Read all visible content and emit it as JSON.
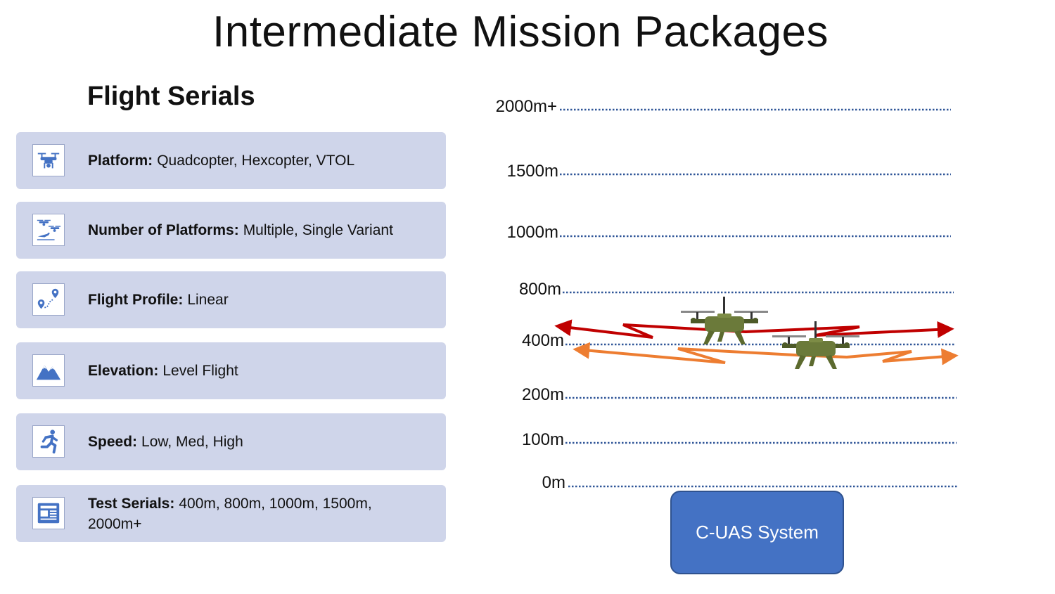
{
  "title": "Intermediate Mission Packages",
  "section_heading": "Flight Serials",
  "cards": [
    {
      "label": "Platform:",
      "value": "Quadcopter, Hexcopter, VTOL",
      "icon": "drone-icon"
    },
    {
      "label": "Number of Platforms:",
      "value": "Multiple, Single Variant",
      "icon": "multiple-aircraft-icon"
    },
    {
      "label": "Flight Profile:",
      "value": "Linear",
      "icon": "route-pin-icon"
    },
    {
      "label": "Elevation:",
      "value": "Level Flight",
      "icon": "mountain-icon"
    },
    {
      "label": "Speed:",
      "value": "Low, Med, High",
      "icon": "running-person-icon"
    },
    {
      "label": "Test Serials:",
      "value": "400m, 800m, 1000m, 1500m, 2000m+",
      "icon": "newspaper-icon"
    }
  ],
  "altitudes": [
    "2000m+",
    "1500m",
    "1000m",
    "800m",
    "400m",
    "200m",
    "100m",
    "0m"
  ],
  "system_label": "C-UAS System",
  "colors": {
    "card_bg": "#cfd5ea",
    "icon_blue": "#4472c4",
    "dotted_line": "#2f5597",
    "red_arrow": "#c00000",
    "orange_arrow": "#ed7d31",
    "drone_body": "#6b7a3a",
    "system_box": "#4472c4"
  }
}
